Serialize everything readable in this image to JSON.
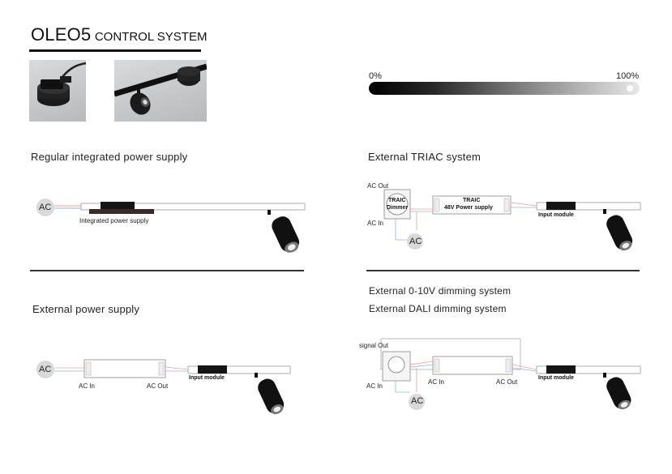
{
  "title": {
    "brand": "OLEO5",
    "suffix": "CONTROL SYSTEM"
  },
  "dimming_bar": {
    "min_label": "0%",
    "max_label": "100%"
  },
  "sections": {
    "regular": {
      "label": "Regular integrated power supply",
      "ac": "AC",
      "psu_label": "Integrated power supply"
    },
    "triac": {
      "label": "External TRIAC system",
      "ac_out": "AC Out",
      "ac_in": "AC In",
      "dimmer_line1": "TRAIC",
      "dimmer_line2": "Dimmer",
      "psu_line1": "TRAIC",
      "psu_line2": "48V  Power supply",
      "input_module": "Input module",
      "ac": "AC"
    },
    "external": {
      "label": "External power supply",
      "ac": "AC",
      "ac_in": "AC In",
      "ac_out": "AC Out",
      "input_module": "Input module"
    },
    "dali": {
      "label_1": "External  0-10V dimming system",
      "label_2": "External DALI dimming system",
      "signal_out": "signal Out",
      "ac_in_left": "AC In",
      "ac_in_mid": "AC In",
      "ac_out": "AC Out",
      "input_module": "Input module",
      "ac": "AC"
    }
  }
}
